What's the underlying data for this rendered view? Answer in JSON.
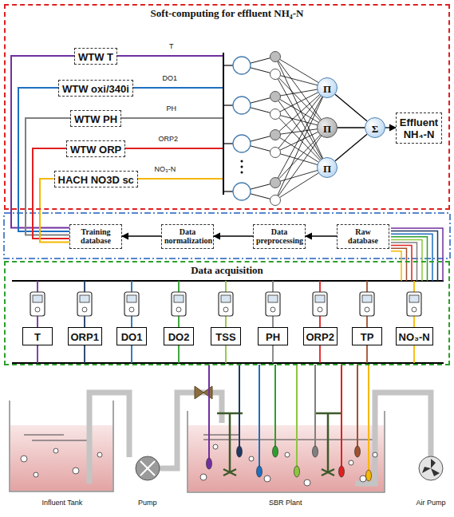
{
  "diagram": {
    "nodes": [
      {
        "text": [
          "Soft-computing for effluent NH₄-N"
        ]
      },
      {
        "text": [
          "WTW T"
        ],
        "in": 0
      },
      {
        "text": [
          "WTW oxi/340i"
        ],
        "in": 0
      },
      {
        "text": [
          "WTW PH"
        ],
        "in": 0
      },
      {
        "text": [
          "WTW ORP"
        ],
        "in": 0
      },
      {
        "text": [
          "HACH NO3D sc"
        ],
        "in": 0
      },
      {
        "text": [
          "Π"
        ],
        "in": 0
      },
      {
        "text": [
          "Π"
        ],
        "in": 0
      },
      {
        "text": [
          "Π"
        ],
        "in": 0
      },
      {
        "text": [
          "Σ"
        ],
        "in": 0
      },
      {
        "text": [
          "Effluent NH₄-N"
        ],
        "in": 0
      },
      {
        "text": [
          "Training database"
        ]
      },
      {
        "text": [
          "Data normalization"
        ]
      },
      {
        "text": [
          "Data preprocessing"
        ]
      },
      {
        "text": [
          "Raw database"
        ]
      },
      {
        "text": [
          "Data acquisition"
        ]
      },
      {
        "text": [
          "T"
        ],
        "in": 15
      },
      {
        "text": [
          "ORP1"
        ],
        "in": 15
      },
      {
        "text": [
          "DO1"
        ],
        "in": 15
      },
      {
        "text": [
          "DO2"
        ],
        "in": 15
      },
      {
        "text": [
          "TSS"
        ],
        "in": 15
      },
      {
        "text": [
          "PH"
        ],
        "in": 15
      },
      {
        "text": [
          "ORP2"
        ],
        "in": 15
      },
      {
        "text": [
          "TP"
        ],
        "in": 15
      },
      {
        "text": [
          "NO₃-N"
        ],
        "in": 15
      }
    ],
    "edges": [
      {
        "from": 6,
        "to": 9,
        "arrow": "none"
      },
      {
        "from": 7,
        "to": 9,
        "arrow": "none"
      },
      {
        "from": 8,
        "to": 9,
        "arrow": "none"
      },
      {
        "from": 9,
        "to": 10,
        "arrow": "to"
      },
      {
        "from": 14,
        "to": 13,
        "arrow": "to"
      },
      {
        "from": 13,
        "to": 12,
        "arrow": "to"
      },
      {
        "from": 12,
        "to": 11,
        "arrow": "to"
      },
      {
        "from": 11,
        "to": 1,
        "arrow": "none"
      },
      {
        "from": 11,
        "to": 2,
        "arrow": "none"
      },
      {
        "from": 11,
        "to": 3,
        "arrow": "none"
      },
      {
        "from": 11,
        "to": 4,
        "arrow": "none"
      },
      {
        "from": 11,
        "to": 5,
        "arrow": "none"
      }
    ],
    "labels": [
      "T",
      "DO1",
      "PH",
      "ORP2",
      "NO₃-N",
      "Influent Tank",
      "Pump",
      "SBR Plant",
      "Air Pump"
    ]
  }
}
